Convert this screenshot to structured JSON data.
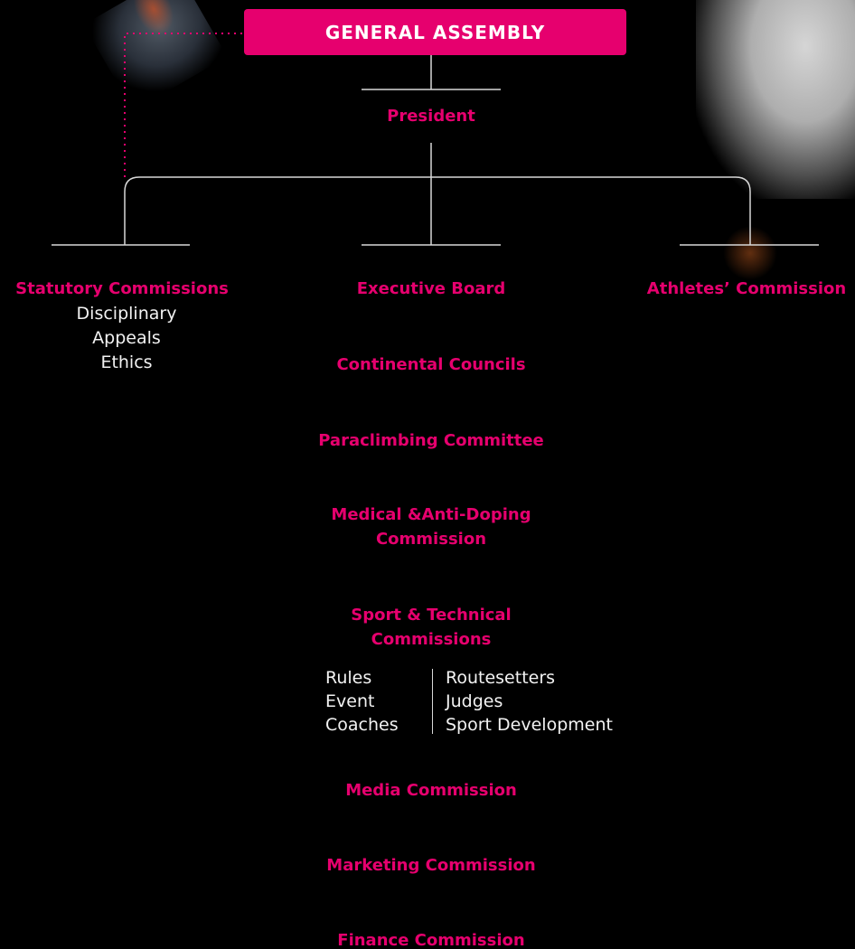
{
  "colors": {
    "accent": "#e6006e",
    "line": "#d8d8d8",
    "background": "#000000"
  },
  "general_assembly": "GENERAL ASSEMBLY",
  "president": "President",
  "statutory": {
    "title": "Statutory Commissions",
    "items": [
      "Disciplinary",
      "Appeals",
      "Ethics"
    ]
  },
  "executive_board": "Executive Board",
  "athletes_commission": "Athletes’ Commission",
  "continental_councils": "Continental Councils",
  "paraclimbing": "Paraclimbing Committee",
  "medical": {
    "line1": "Medical &Anti-Doping",
    "line2": "Commission"
  },
  "sport_technical": {
    "line1": "Sport & Technical",
    "line2": "Commissions",
    "left": [
      "Rules",
      "Event",
      "Coaches"
    ],
    "right": [
      "Routesetters",
      "Judges",
      "Sport Development"
    ]
  },
  "media": "Media Commission",
  "marketing": "Marketing Commission",
  "finance": "Finance Commission"
}
